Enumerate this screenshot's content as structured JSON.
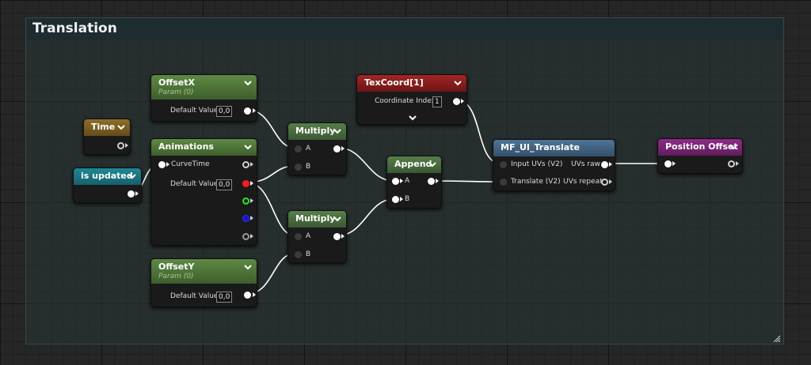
{
  "comment": {
    "title": "Translation"
  },
  "nodes": {
    "offset_x": {
      "title": "OffsetX",
      "subtitle": "Param (0)",
      "default_label": "Default Value",
      "default_value": "0,0"
    },
    "time": {
      "title": "Time"
    },
    "animations": {
      "title": "Animations",
      "curve_time_label": "CurveTime",
      "default_label": "Default Value",
      "default_value": "0,0"
    },
    "is_updated": {
      "title": "is updated"
    },
    "offset_y": {
      "title": "OffsetY",
      "subtitle": "Param (0)",
      "default_label": "Default Value",
      "default_value": "0,0"
    },
    "multiply_1": {
      "title": "Multiply",
      "a_label": "A",
      "b_label": "B"
    },
    "multiply_2": {
      "title": "Multiply",
      "a_label": "A",
      "b_label": "B"
    },
    "texcoord": {
      "title": "TexCoord[1]",
      "coord_label": "Coordinate Index",
      "coord_value": "1"
    },
    "append": {
      "title": "Append",
      "a_label": "A",
      "b_label": "B"
    },
    "mf_ui_translate": {
      "title": "MF_UI_Translate",
      "input_uvs_label": "Input UVs (V2)",
      "translate_label": "Translate (V2)",
      "uvs_raw_label": "UVs raw",
      "uvs_repeat_label": "UVs repeat"
    },
    "position_offset": {
      "title": "Position Offset"
    }
  },
  "colors": {
    "param_header": "#5e8a44",
    "time_header": "#8f6e2a",
    "bool_header": "#1f8895",
    "texcoord_header": "#a32525",
    "function_header": "#4e7596",
    "output_header": "#8f2b8a",
    "wire": "#ffffff"
  }
}
